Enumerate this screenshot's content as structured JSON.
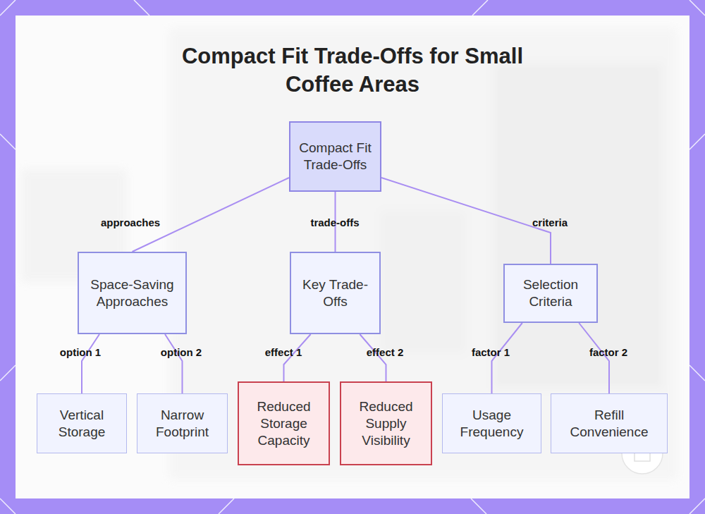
{
  "diagram": {
    "title": "Compact Fit Trade-Offs for Small Coffee Areas",
    "nodes": [
      {
        "text": [
          "Compact Fit Trade-Offs"
        ]
      },
      {
        "text": [
          "Space-Saving Approaches"
        ]
      },
      {
        "text": [
          "Key Trade-Offs"
        ]
      },
      {
        "text": [
          "Selection Criteria"
        ]
      },
      {
        "text": [
          "Vertical Storage"
        ]
      },
      {
        "text": [
          "Narrow Footprint"
        ]
      },
      {
        "text": [
          "Reduced Storage Capacity"
        ]
      },
      {
        "text": [
          "Reduced Supply Visibility"
        ]
      },
      {
        "text": [
          "Usage Frequency"
        ]
      },
      {
        "text": [
          "Refill Convenience"
        ]
      }
    ],
    "edges": [
      {
        "from": 0,
        "to": 1,
        "arrow": "none",
        "label": "approaches"
      },
      {
        "from": 0,
        "to": 2,
        "arrow": "none",
        "label": "trade-offs"
      },
      {
        "from": 0,
        "to": 3,
        "arrow": "none",
        "label": "criteria"
      },
      {
        "from": 1,
        "to": 4,
        "arrow": "none",
        "label": "option 1"
      },
      {
        "from": 1,
        "to": 5,
        "arrow": "none",
        "label": "option 2"
      },
      {
        "from": 2,
        "to": 6,
        "arrow": "none",
        "label": "effect 1"
      },
      {
        "from": 2,
        "to": 7,
        "arrow": "none",
        "label": "effect 2"
      },
      {
        "from": 3,
        "to": 8,
        "arrow": "none",
        "label": "factor 1"
      },
      {
        "from": 3,
        "to": 9,
        "arrow": "none",
        "label": "factor 2"
      }
    ]
  }
}
